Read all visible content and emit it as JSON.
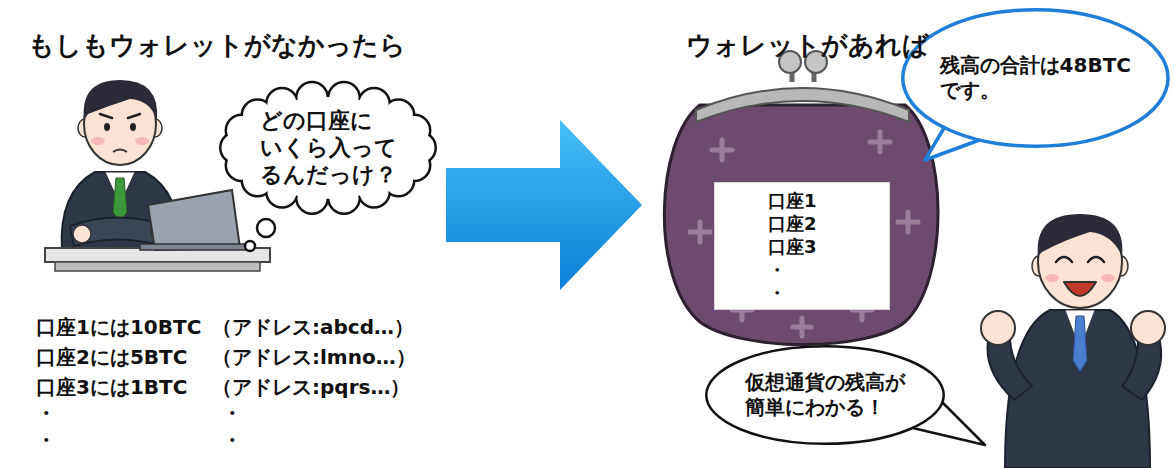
{
  "diagram": {
    "nodes": [
      {
        "text": [
          "どの口座に いくら入って るんだっけ？"
        ]
      },
      {
        "text": [
          "残高の合計は48BTC です。"
        ]
      },
      {
        "text": [
          "口座1",
          "口座2",
          "口座3",
          "・",
          "・"
        ]
      },
      {
        "text": [
          "仮想通貨の残高が 簡単にわかる！"
        ]
      }
    ],
    "labels": [
      "もしもウォレットがなかったら",
      "口座1には10BTC",
      "（アドレス:abcd…）",
      "口座2には5BTC",
      "（アドレス:lmno…）",
      "口座3には1BTC",
      "（アドレス:pqrs…）",
      "・",
      "・",
      "・",
      "・",
      "ウォレットがあれば"
    ]
  }
}
